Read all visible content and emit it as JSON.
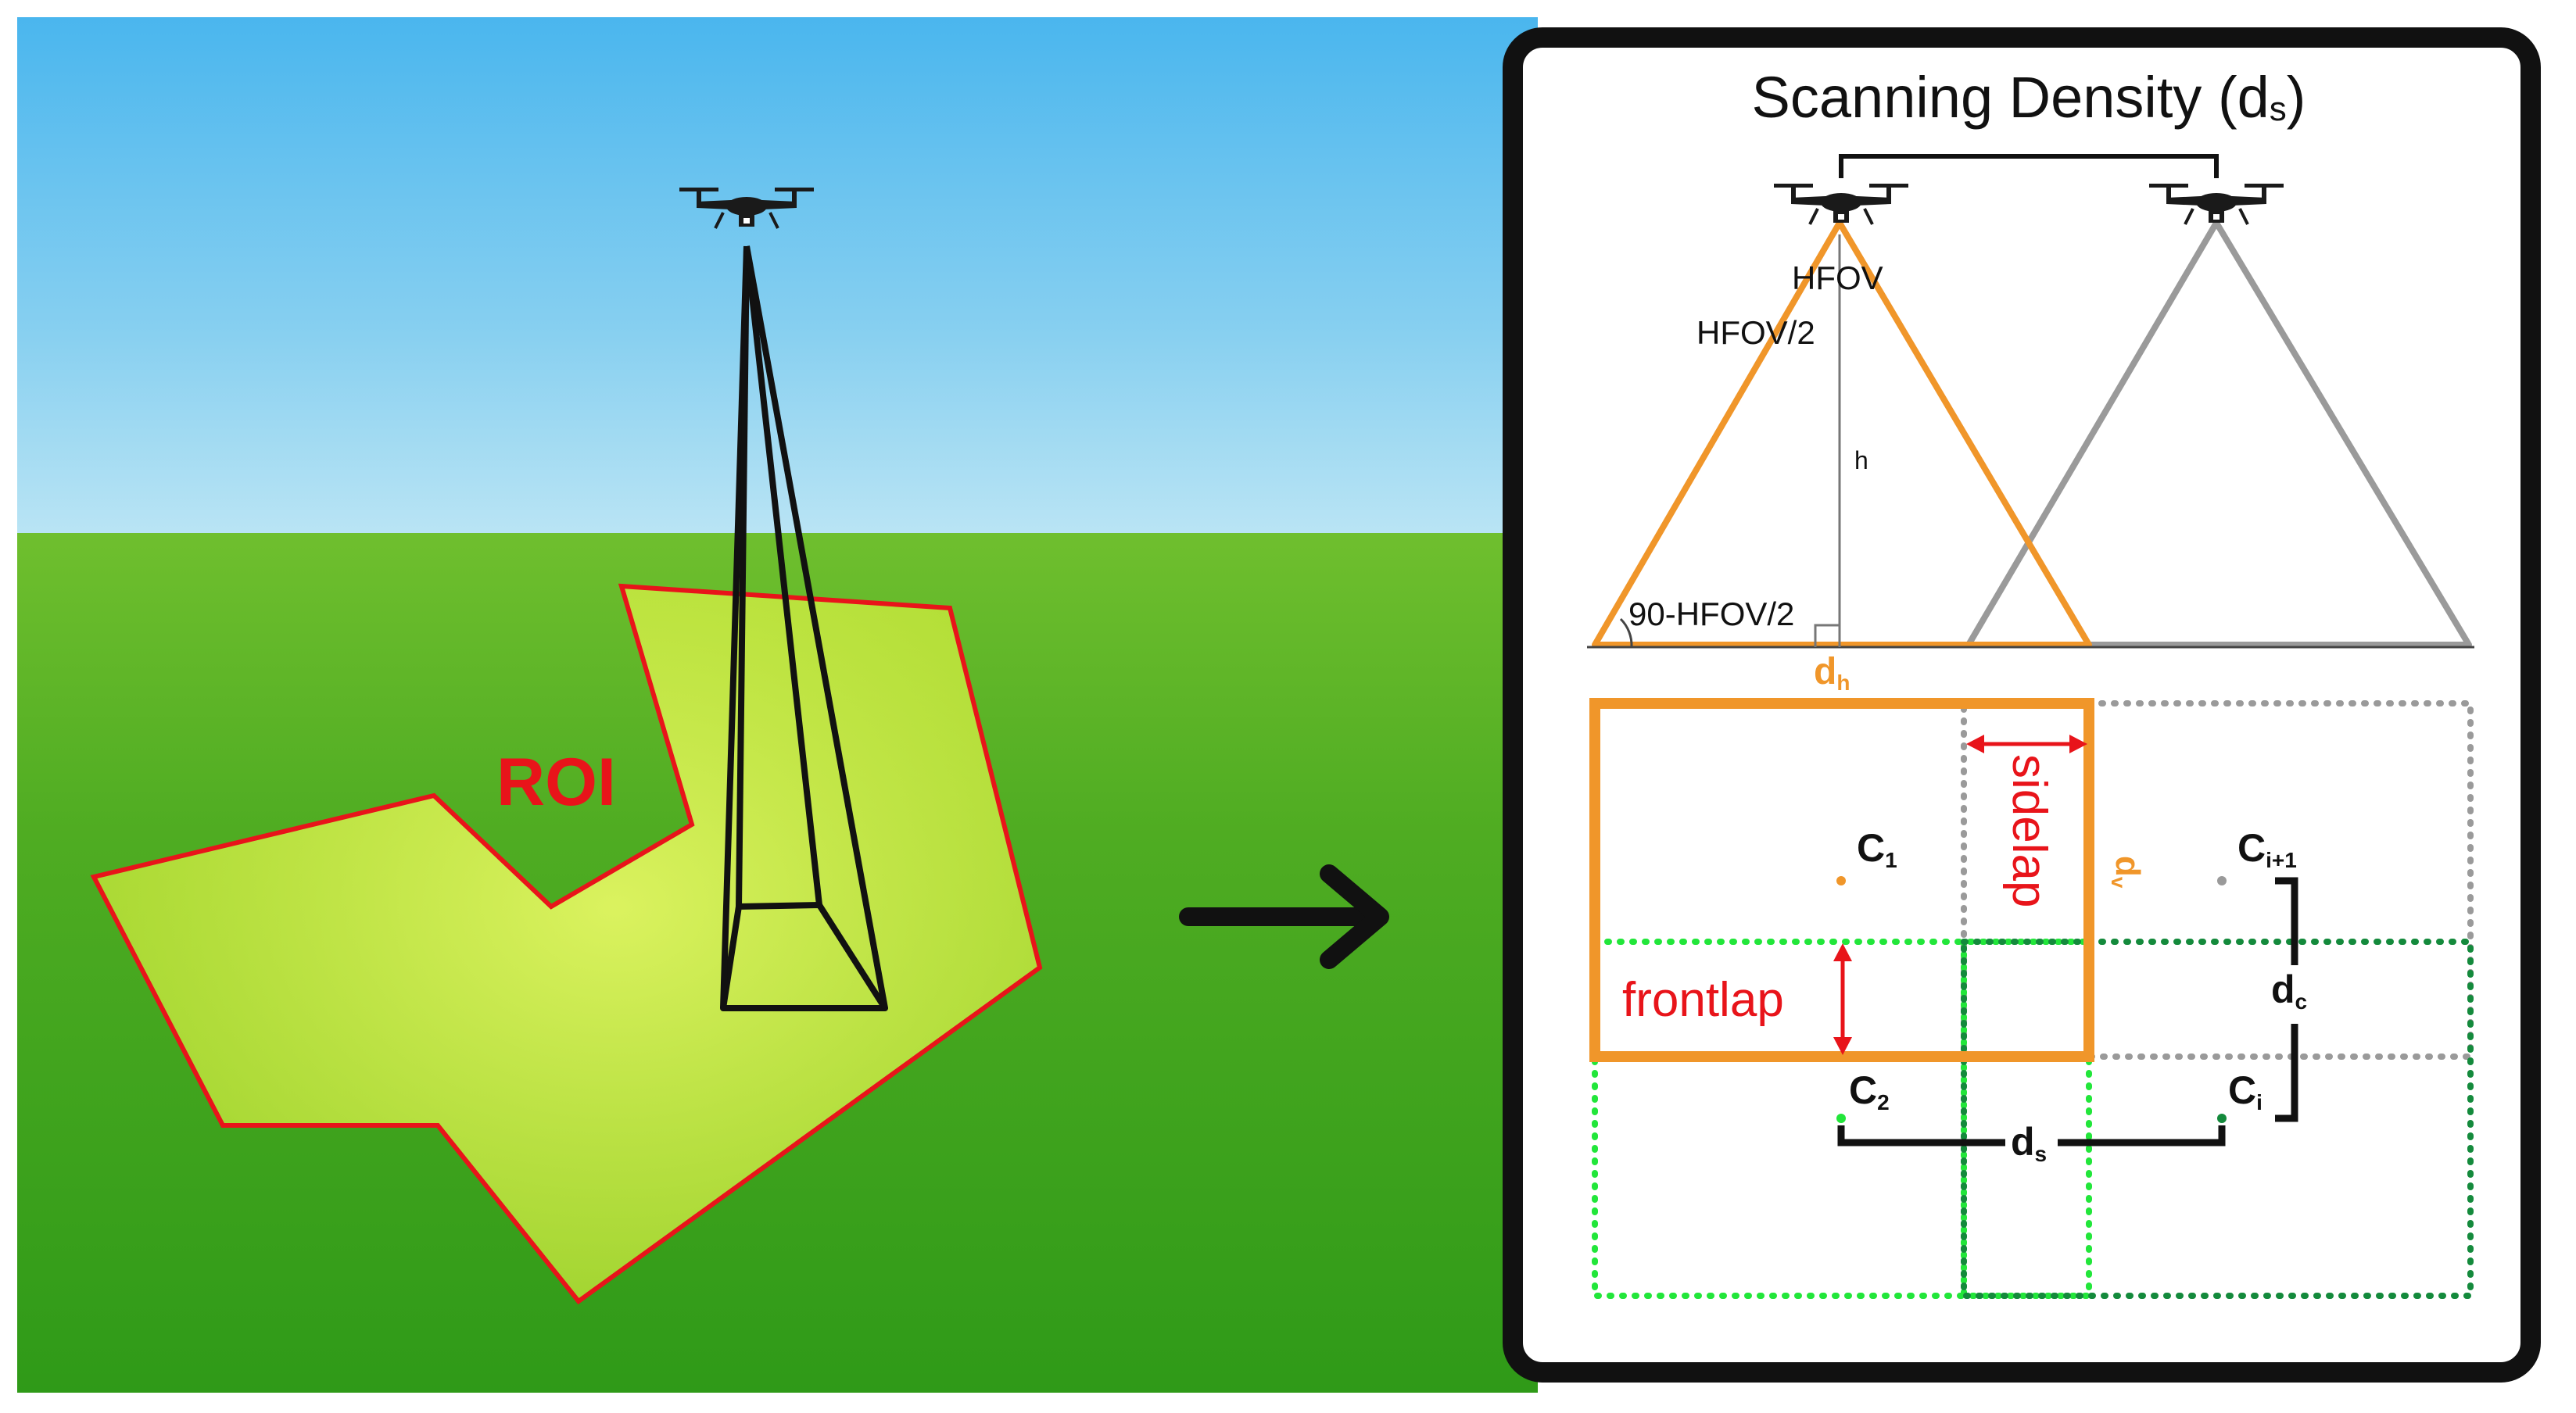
{
  "scene": {
    "roi_label": "ROI",
    "colors": {
      "roi": "#e8141a",
      "sky_top": "#4ab6ee",
      "grass": "#3ea51d",
      "field": "#ffff4d"
    },
    "icons": [
      "drone-icon",
      "arrow-right-icon"
    ]
  },
  "panel": {
    "title_main": "Scanning Density (d",
    "title_sub": "s",
    "title_close": ")",
    "side_view": {
      "hfov": "HFOV",
      "half_hfov": "HFOV/2",
      "height": "h",
      "angle": "90-HFOV/2",
      "dh_main": "d",
      "dh_sub": "h"
    },
    "top_view": {
      "sidelap": "sidelap",
      "frontlap": "frontlap",
      "dv_main": "d",
      "dv_sub": "v",
      "dc_main": "d",
      "dc_sub": "c",
      "ds_main": "d",
      "ds_sub": "s",
      "c1_main": "C",
      "c1_sub": "1",
      "c2_main": "C",
      "c2_sub": "2",
      "ci_main": "C",
      "ci_sub": "i",
      "ci1_main": "C",
      "ci1_sub": "i+1"
    },
    "colors": {
      "orange": "#f0962a",
      "gray": "#9a9a9a",
      "green_light": "#22e63a",
      "green_dark": "#148a3c",
      "red": "#e8141a"
    }
  }
}
